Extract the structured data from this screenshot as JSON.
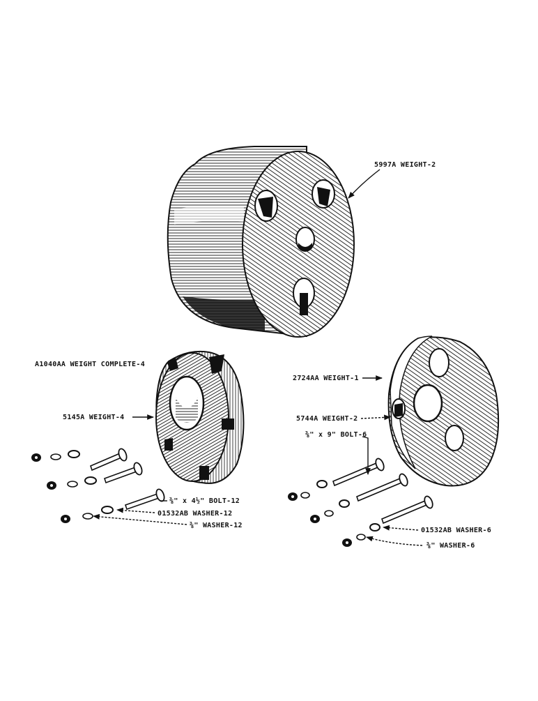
{
  "labels": {
    "weight_5997a": "5997A WEIGHT-2",
    "a1040aa": "A1040AA WEIGHT COMPLETE-4",
    "weight_5145a": "5145A WEIGHT-4",
    "bolt_left": "⅜\" x 4½\" BOLT-12",
    "washer_01532ab_left": "01532AB WASHER-12",
    "washer_left": "⅜\" WASHER-12",
    "weight_2724aa": "2724AA   WEIGHT-1",
    "weight_5744a": "5744A WEIGHT-2",
    "bolt_right": "⅜\" x 9\" BOLT-6",
    "washer_01532ab_right": "01532AB WASHER-6",
    "washer_right": "⅜\" WASHER-6"
  },
  "colors": {
    "ink": "#111111",
    "paper": "#ffffff"
  }
}
